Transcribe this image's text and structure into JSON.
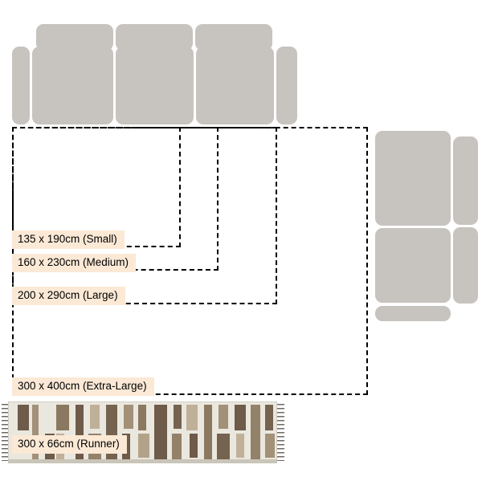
{
  "diagram": {
    "type": "rug-size-guide",
    "size_labels": [
      "135 x 190cm (Small)",
      "160 x 230cm (Medium)",
      "200 x 290cm (Large)",
      "300 x 400cm (Extra-Large)",
      "300 x 66cm (Runner)"
    ],
    "colors": {
      "sofa": "#c7c3be",
      "label_background": "#fbe9d6",
      "outline": "#000000",
      "rug_base": "#eae7de",
      "rug_brown_dark": "#6e5b49",
      "rug_brown_mid": "#93816a",
      "rug_brown_light": "#c0b098",
      "fringe": "#6e6a61"
    }
  }
}
